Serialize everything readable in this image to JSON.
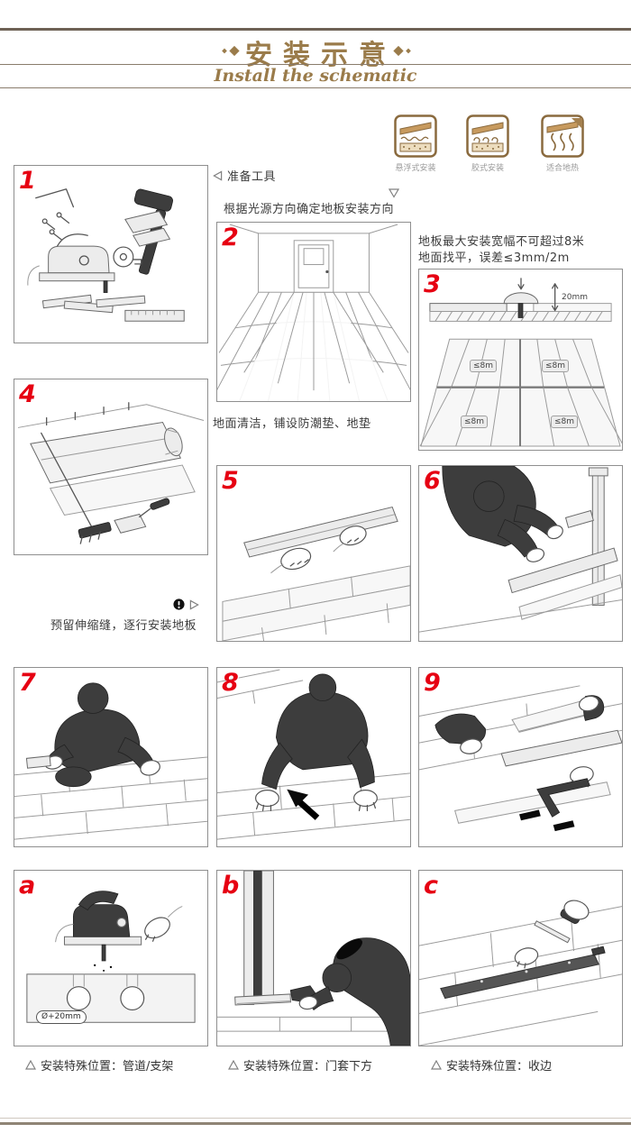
{
  "header": {
    "title": "安装示意",
    "subtitle": "Install the schematic",
    "accent": "#9a7b4a"
  },
  "top_icons": [
    {
      "label": "悬浮式安装"
    },
    {
      "label": "胶式安装"
    },
    {
      "label": "适合地热"
    }
  ],
  "notes": {
    "prepare_tools": "准备工具",
    "light_direction": "根据光源方向确定地板安装方向",
    "max_width_1": "地板最大安装宽幅不可超过8米",
    "max_width_2": "地面找平，误差≤3mm/2m",
    "clean_ground": "地面清洁，铺设防潮垫、地垫",
    "expansion": "预留伸缩缝，逐行安装地板"
  },
  "panels": {
    "p1": {
      "num": "1"
    },
    "p2": {
      "num": "2"
    },
    "p3": {
      "num": "3",
      "labels": {
        "tl": "≤8m",
        "tr": "≤8m",
        "bl": "≤8m",
        "br": "≤8m",
        "gap": "20mm"
      }
    },
    "p4": {
      "num": "4"
    },
    "p5": {
      "num": "5"
    },
    "p6": {
      "num": "6"
    },
    "p7": {
      "num": "7"
    },
    "p8": {
      "num": "8"
    },
    "p9": {
      "num": "9"
    },
    "pa": {
      "num": "a",
      "hole_label": "Ø+20mm"
    },
    "pb": {
      "num": "b"
    },
    "pc": {
      "num": "c"
    }
  },
  "captions": {
    "pipes": "安装特殊位置：管道/支架",
    "door": "安装特殊位置：门套下方",
    "edge": "安装特殊位置：收边"
  }
}
